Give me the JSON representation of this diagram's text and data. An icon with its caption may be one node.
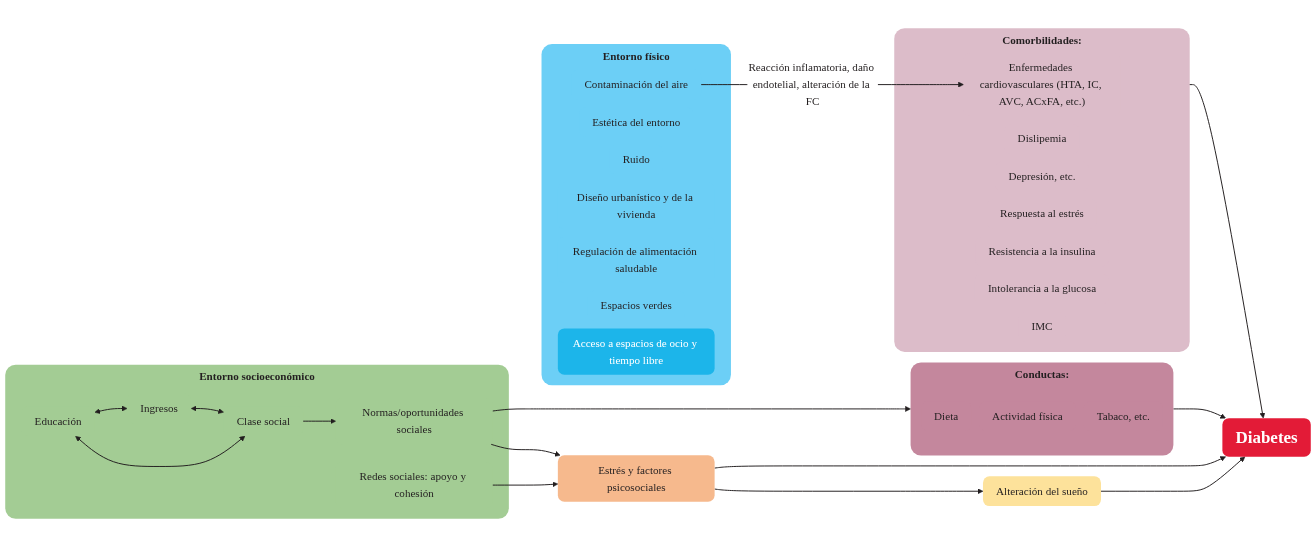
{
  "diagram": {
    "nodes": [
      {
        "text": [
          "Entorno físico"
        ]
      },
      {
        "text": [
          "Contaminación del aire"
        ],
        "in": 0
      },
      {
        "text": [
          "Estética del entorno"
        ],
        "in": 0
      },
      {
        "text": [
          "Ruido"
        ],
        "in": 0
      },
      {
        "text": [
          "Diseño urbanístico y de la vivienda"
        ],
        "in": 0
      },
      {
        "text": [
          "Regulación de alimentación saludable"
        ],
        "in": 0
      },
      {
        "text": [
          "Espacios verdes"
        ],
        "in": 0
      },
      {
        "text": [
          "Acceso a espacios de ocio y tiempo libre"
        ],
        "in": 0
      },
      {
        "text": [
          "Comorbilidades:"
        ]
      },
      {
        "text": [
          "Enfermedades cardiovasculares (HTA, IC, AVC, ACxFA, etc.)"
        ],
        "in": 8
      },
      {
        "text": [
          "Dislipemia"
        ],
        "in": 8
      },
      {
        "text": [
          "Depresión, etc."
        ],
        "in": 8
      },
      {
        "text": [
          "Respuesta al estrés"
        ],
        "in": 8
      },
      {
        "text": [
          "Resistencia a la insulina"
        ],
        "in": 8
      },
      {
        "text": [
          "Intolerancia a la glucosa"
        ],
        "in": 8
      },
      {
        "text": [
          "IMC"
        ],
        "in": 8
      },
      {
        "text": [
          "Diabetes"
        ]
      },
      {
        "text": [
          "Entorno socioeconómico"
        ]
      },
      {
        "text": [
          "Educación"
        ],
        "in": 17
      },
      {
        "text": [
          "Clase social"
        ],
        "in": 17
      },
      {
        "text": [
          "Ingresos"
        ],
        "in": 17
      },
      {
        "text": [
          "Normas/oportunidades sociales"
        ],
        "in": 17
      },
      {
        "text": [
          "Redes sociales: apoyo y cohesión"
        ],
        "in": 17
      },
      {
        "text": [
          "Conductas:"
        ]
      },
      {
        "text": [
          "Dieta"
        ],
        "in": 23
      },
      {
        "text": [
          "Actividad física"
        ],
        "in": 23
      },
      {
        "text": [
          "Tabaco, etc."
        ],
        "in": 23
      },
      {
        "text": [
          "Alteración del sueño"
        ]
      },
      {
        "text": [
          "Estrés y factores psicosociales"
        ]
      }
    ],
    "edges": [
      {
        "from": 1,
        "to": 9,
        "arrow": "to",
        "label": "Reacción inflamatoria, daño endotelial, alteración de la FC"
      },
      {
        "from": 8,
        "to": 16,
        "arrow": "to"
      },
      {
        "from": 23,
        "to": 16,
        "arrow": "to"
      },
      {
        "from": 18,
        "to": 19,
        "arrow": "both"
      },
      {
        "from": 18,
        "to": 20,
        "arrow": "both"
      },
      {
        "from": 20,
        "to": 19,
        "arrow": "both"
      },
      {
        "from": 19,
        "to": 21,
        "arrow": "to"
      },
      {
        "from": 21,
        "to": 23,
        "arrow": "to"
      },
      {
        "from": 21,
        "to": 28,
        "arrow": "to"
      },
      {
        "from": 22,
        "to": 28,
        "arrow": "to"
      },
      {
        "from": 28,
        "to": 27,
        "arrow": "to"
      },
      {
        "from": 27,
        "to": 16,
        "arrow": "to"
      },
      {
        "from": 28,
        "to": 16,
        "arrow": "to"
      }
    ]
  }
}
